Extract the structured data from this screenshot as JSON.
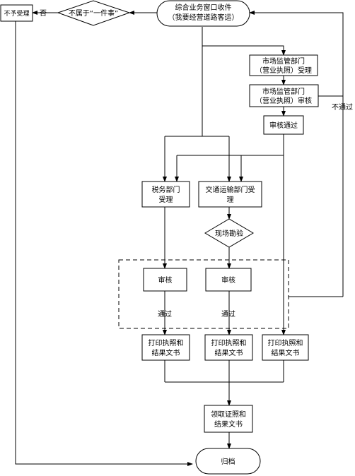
{
  "diagram": {
    "nodes": {
      "start": {
        "lines": [
          "综合业务窗口收件",
          "（我要经营道路客运）"
        ]
      },
      "decision_yijianshi": {
        "lines": [
          "不属于“一件事”"
        ]
      },
      "reject": {
        "lines": [
          "不予受理"
        ]
      },
      "market_accept": {
        "lines": [
          "市场监管部门",
          "（营业执照）受理"
        ]
      },
      "market_review": {
        "lines": [
          "市场监管部门",
          "（营业执照）审核"
        ]
      },
      "review_passed": {
        "lines": [
          "审核通过"
        ]
      },
      "tax_accept": {
        "lines": [
          "税务部门",
          "受理"
        ]
      },
      "transport_accept": {
        "lines": [
          "交通运输部门受",
          "理"
        ]
      },
      "site_inspection": {
        "lines": [
          "现场勘验"
        ]
      },
      "tax_review": {
        "lines": [
          "审核"
        ]
      },
      "transport_review": {
        "lines": [
          "审核"
        ]
      },
      "print_left": {
        "lines": [
          "打印执照和",
          "结果文书"
        ]
      },
      "print_middle": {
        "lines": [
          "打印执照和",
          "结果文书"
        ]
      },
      "print_right": {
        "lines": [
          "打印执照和",
          "结果文书"
        ]
      },
      "collect": {
        "lines": [
          "领取证照和",
          "结果文书"
        ]
      },
      "archive": {
        "lines": [
          "归档"
        ]
      }
    },
    "edge_labels": {
      "no": "否",
      "not_passed": "不通过",
      "passed_left": "通过",
      "passed_middle": "通过"
    }
  }
}
